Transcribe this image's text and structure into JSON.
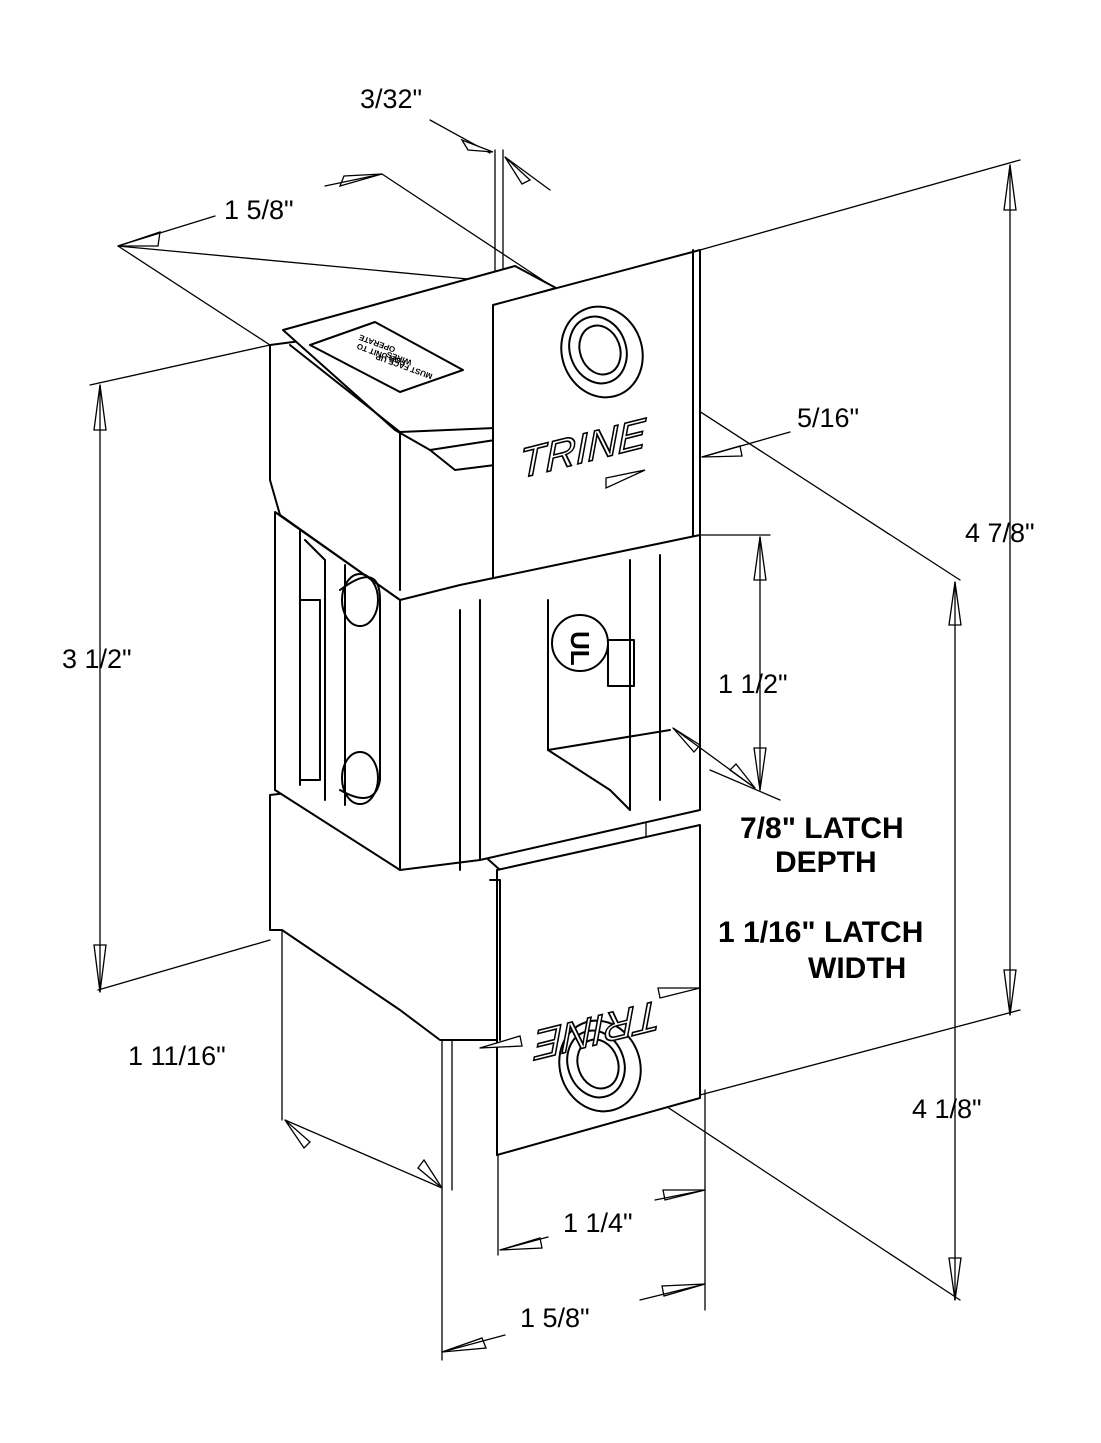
{
  "brand": {
    "top": "TRINE",
    "bottom": "TRINE"
  },
  "label_plate": {
    "line1": "WIRES",
    "line2": "MUST FACE UP",
    "line3": "FOR UNIT TO",
    "line4": "OPERATE"
  },
  "ul_mark": "UL",
  "dimensions": {
    "d_3_32": "3/32\"",
    "d_1_5_8_top": "1 5/8\"",
    "d_5_16": "5/16\"",
    "d_4_7_8": "4 7/8\"",
    "d_3_1_2": "3 1/2\"",
    "d_1_1_2": "1 1/2\"",
    "d_1_11_16": "1 11/16\"",
    "d_4_1_8": "4 1/8\"",
    "d_1_1_4": "1 1/4\"",
    "d_1_5_8_bottom": "1 5/8\""
  },
  "notes": {
    "latch_depth_line1": "7/8\" LATCH",
    "latch_depth_line2": "DEPTH",
    "latch_width_line1": "1 1/16\" LATCH",
    "latch_width_line2": "WIDTH"
  }
}
